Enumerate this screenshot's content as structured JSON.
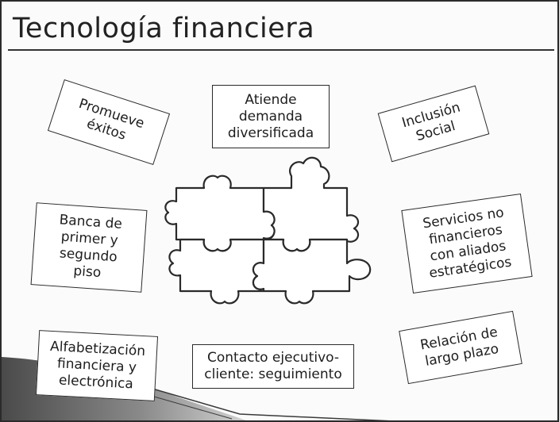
{
  "title": "Tecnología financiera",
  "boxes": {
    "promueve": "Promueve\néxitos",
    "atiende": "Atiende\ndemanda\ndiversificada",
    "inclusion": "Inclusión\nSocial",
    "banca": "Banca de\nprimer y\nsegundo\npiso",
    "servicios": "Servicios no\nfinancieros\ncon aliados\nestratégicos",
    "alfabetizacion": "Alfabetización\nfinanciera y\nelectrónica",
    "contacto": "Contacto ejecutivo-\ncliente: seguimiento",
    "relacion": "Relación de\nlargo plazo"
  },
  "colors": {
    "ink": "#1d1d1d",
    "frame": "#2b2b2b",
    "shadow": "#5a5a5a"
  },
  "icons": {
    "center": "puzzle-pieces-icon"
  }
}
